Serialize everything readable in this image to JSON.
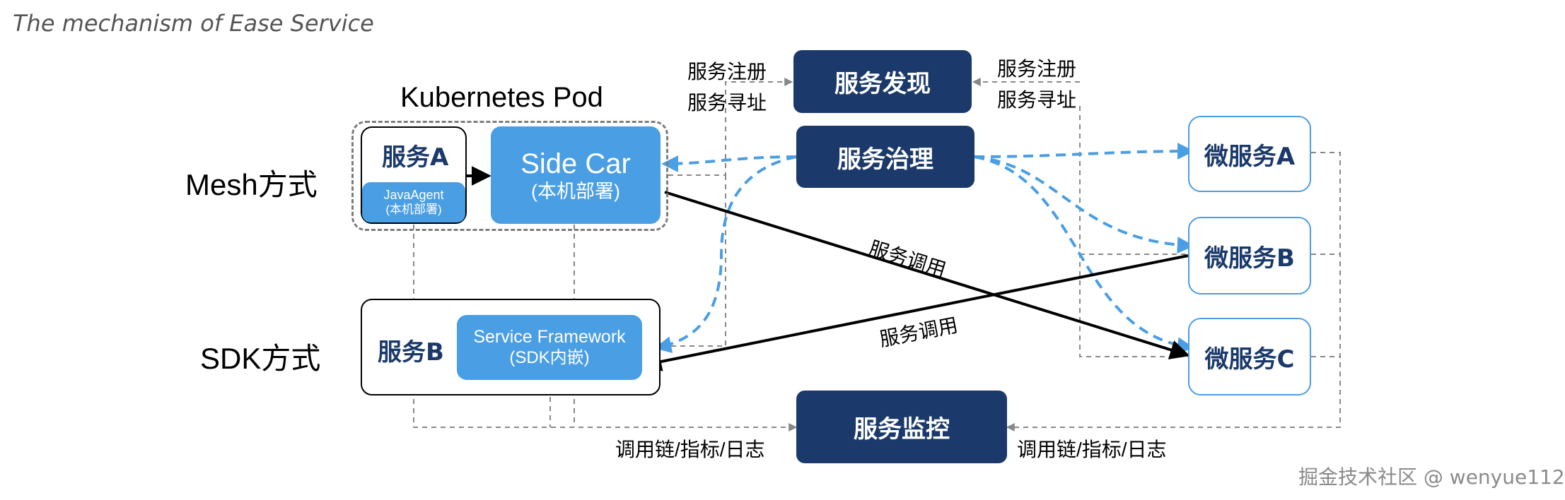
{
  "title": "The mechanism of Ease Service",
  "modes": {
    "mesh": "Mesh方式",
    "sdk": "SDK方式"
  },
  "pod": {
    "label": "Kubernetes Pod",
    "service_a": "服务A",
    "java_agent": {
      "line1": "JavaAgent",
      "line2": "(本机部署)"
    },
    "sidecar": {
      "line1": "Side Car",
      "line2": "(本机部署)"
    }
  },
  "sdk_block": {
    "service_b": "服务B",
    "framework": {
      "line1": "Service Framework",
      "line2": "(SDK内嵌)"
    }
  },
  "center": {
    "discovery": "服务发现",
    "governance": "服务治理",
    "monitoring": "服务监控"
  },
  "microservices": [
    "微服务A",
    "微服务B",
    "微服务C"
  ],
  "notes": {
    "register_left": "服务注册",
    "lookup_left": "服务寻址",
    "register_right": "服务注册",
    "lookup_right": "服务寻址",
    "call_1": "服务调用",
    "call_2": "服务调用",
    "trace_left": "调用链/指标/日志",
    "trace_right": "调用链/指标/日志"
  },
  "colors": {
    "dark_blue": "#1b3a6b",
    "light_blue": "#4a9ee3",
    "dashed_gray": "#7d7d7d"
  },
  "watermark": "掘金技术社区 @ wenyue112"
}
